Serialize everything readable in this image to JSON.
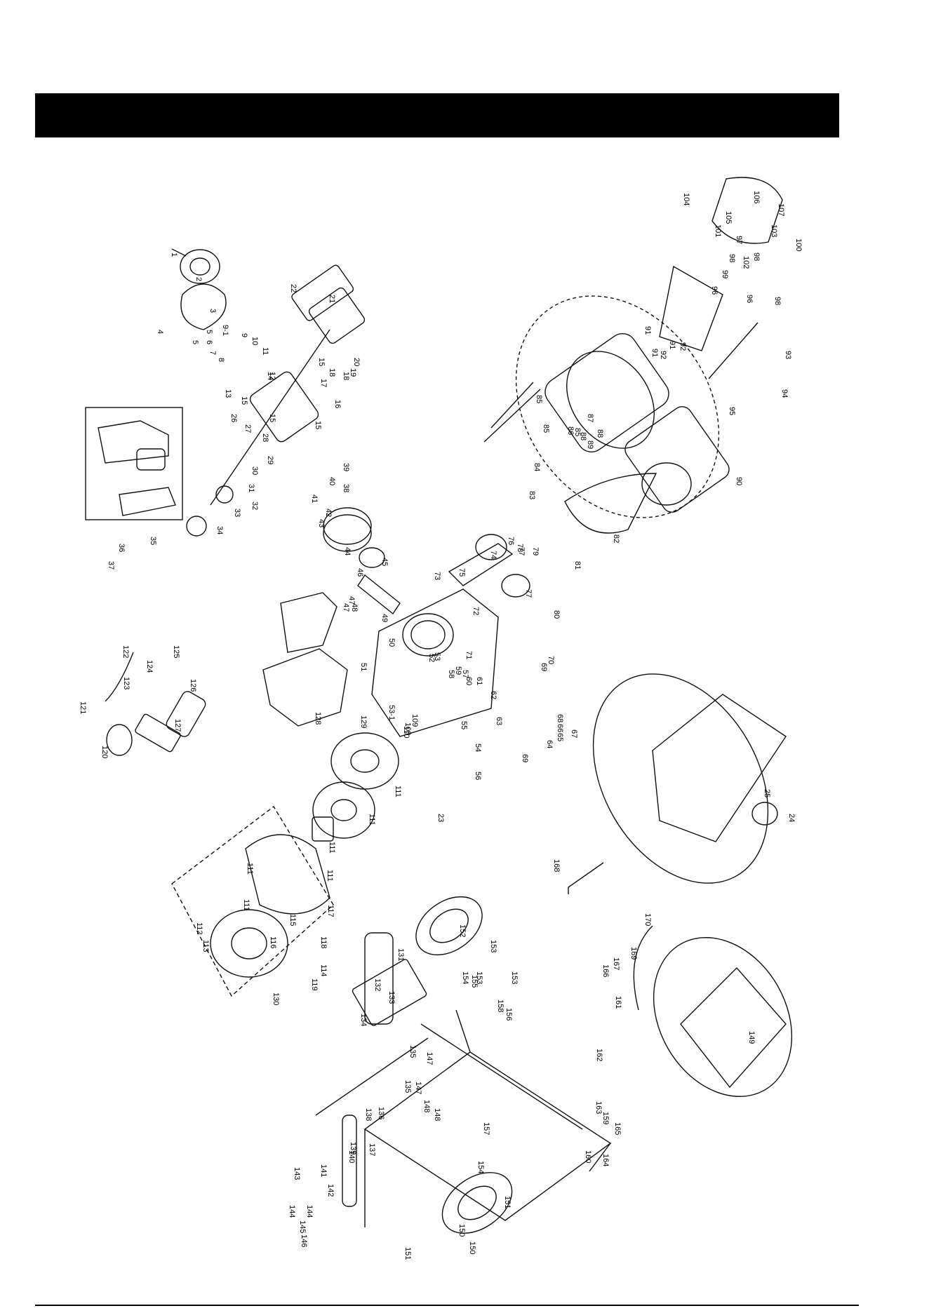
{
  "header": {
    "title": ""
  },
  "callouts": [
    "1",
    "2",
    "3",
    "4",
    "5",
    "5",
    "6",
    "7",
    "8",
    "9",
    "9-1",
    "10",
    "11",
    "12",
    "13",
    "14",
    "15",
    "15",
    "15",
    "15",
    "16",
    "17",
    "18",
    "18",
    "19",
    "20",
    "21",
    "22",
    "23",
    "24",
    "25",
    "26",
    "27",
    "28",
    "29",
    "30",
    "31",
    "32",
    "33",
    "34",
    "35",
    "36",
    "37",
    "38",
    "39",
    "40",
    "41",
    "42",
    "43",
    "44",
    "45",
    "46",
    "47",
    "47",
    "48",
    "49",
    "50",
    "51",
    "52",
    "53",
    "53-1",
    "54",
    "55",
    "56",
    "57",
    "58",
    "59",
    "60",
    "61",
    "62",
    "63",
    "64",
    "65",
    "66",
    "67",
    "68",
    "69",
    "69",
    "70",
    "71",
    "72",
    "73",
    "74",
    "75",
    "76",
    "77",
    "77",
    "78",
    "79",
    "80",
    "81",
    "82",
    "83",
    "84",
    "85",
    "85",
    "85",
    "86",
    "87",
    "88",
    "88",
    "89",
    "90",
    "91",
    "91",
    "91",
    "92",
    "92",
    "93",
    "94",
    "95",
    "96",
    "96",
    "97",
    "98",
    "98",
    "98",
    "99",
    "100",
    "101",
    "102",
    "103",
    "104",
    "105",
    "106",
    "107",
    "108",
    "109",
    "110",
    "111",
    "111",
    "111",
    "111",
    "111",
    "111",
    "112",
    "113",
    "114",
    "115",
    "116",
    "117",
    "118",
    "119",
    "120",
    "121",
    "122",
    "123",
    "124",
    "125",
    "126",
    "127",
    "128",
    "129",
    "130",
    "131",
    "132",
    "133",
    "134",
    "135",
    "135",
    "136",
    "137",
    "138",
    "139",
    "140",
    "141",
    "142",
    "143",
    "144",
    "144",
    "145",
    "146",
    "147",
    "147",
    "148",
    "148",
    "149",
    "150",
    "150",
    "151",
    "151",
    "152",
    "153",
    "153",
    "153",
    "154",
    "154",
    "155",
    "156",
    "157",
    "158",
    "159",
    "160",
    "161",
    "162",
    "163",
    "164",
    "165",
    "166",
    "167",
    "168",
    "169",
    "170"
  ],
  "footer": {
    "text": ""
  },
  "colors": {
    "ink": "#000000",
    "paper": "#ffffff",
    "header": "#000000"
  }
}
